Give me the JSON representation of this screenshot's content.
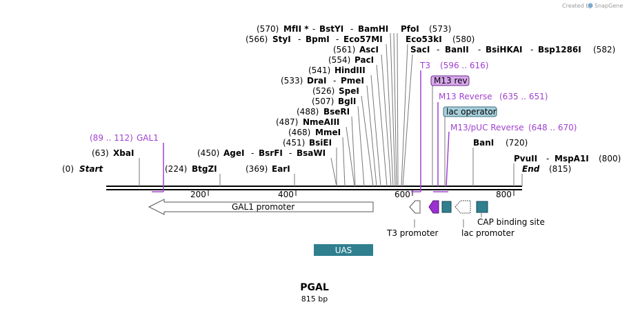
{
  "credit": {
    "text": "Created by",
    "brand": "SnapGene"
  },
  "title": "PGAL",
  "length": "815 bp",
  "colors": {
    "purple": "#a040d0",
    "teal": "#2f7f8f",
    "lacop": "#a8d0dc",
    "m13rev": "#d8a8ec"
  },
  "cut_sites": [
    {
      "pos": "(0)",
      "names": [
        "Start"
      ],
      "italic": true
    },
    {
      "pos": "(63)",
      "names": [
        "XbaI"
      ]
    },
    {
      "pos": "(224)",
      "names": [
        "BtgZI"
      ],
      "pos_first": true
    },
    {
      "pos": "(369)",
      "names": [
        "EarI"
      ]
    },
    {
      "pos": "(450)",
      "names": [
        "AgeI",
        "BsrFI",
        "BsaWI"
      ]
    },
    {
      "pos": "(451)",
      "names": [
        "BsiEI"
      ]
    },
    {
      "pos": "(468)",
      "names": [
        "MmeI"
      ]
    },
    {
      "pos": "(487)",
      "names": [
        "NmeAIII"
      ]
    },
    {
      "pos": "(488)",
      "names": [
        "BseRI"
      ]
    },
    {
      "pos": "(507)",
      "names": [
        "BglI"
      ]
    },
    {
      "pos": "(526)",
      "names": [
        "SpeI"
      ]
    },
    {
      "pos": "(533)",
      "names": [
        "DraI",
        "PmeI"
      ]
    },
    {
      "pos": "(541)",
      "names": [
        "HindIII"
      ]
    },
    {
      "pos": "(554)",
      "names": [
        "PacI"
      ]
    },
    {
      "pos": "(561)",
      "names": [
        "AscI"
      ]
    },
    {
      "pos": "(566)",
      "names": [
        "StyI",
        "BpmI",
        "Eco57MI"
      ]
    },
    {
      "pos": "(570)",
      "names": [
        "MfII *",
        "BstYI",
        "BamHI"
      ]
    },
    {
      "pos": "(573)",
      "names": [
        "PfoI"
      ],
      "pos_after": true
    },
    {
      "pos": "(580)",
      "names": [
        "Eco53kI"
      ],
      "pos_after": true
    },
    {
      "pos": "(582)",
      "names": [
        "SacI",
        "BanII",
        "BsiHKAI",
        "Bsp1286I"
      ],
      "pos_after": true
    },
    {
      "pos": "(720)",
      "names": [
        "BanI"
      ],
      "pos_after": true
    },
    {
      "pos": "(800)",
      "names": [
        "PvuII",
        "MspA1I"
      ],
      "pos_after": true
    },
    {
      "pos": "(815)",
      "names": [
        "End"
      ],
      "italic": true,
      "pos_after": true
    }
  ],
  "primers": [
    {
      "label": "GAL1",
      "range": "(89 .. 112)"
    },
    {
      "label": "T3",
      "range": "(596 .. 616)"
    },
    {
      "label": "M13 Reverse",
      "range": "(635 .. 651)"
    },
    {
      "label": "M13/pUC Reverse",
      "range": "(648 .. 670)"
    }
  ],
  "boxed_labels": {
    "m13_rev": "M13 rev",
    "lac_operator": "lac operator"
  },
  "ticks": [
    "200",
    "400",
    "600",
    "800"
  ],
  "features": {
    "gal1_promoter": "GAL1 promoter",
    "t3_promoter": "T3 promoter",
    "lac_promoter": "lac promoter",
    "cap_site": "CAP binding site",
    "uas": "UAS"
  }
}
